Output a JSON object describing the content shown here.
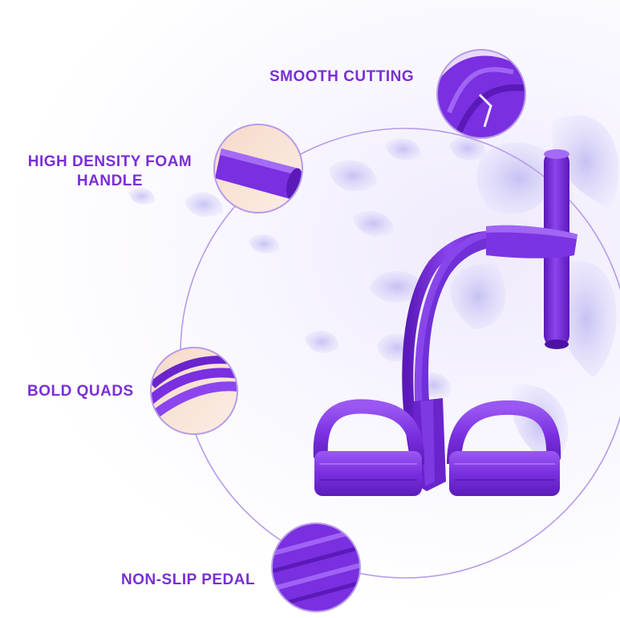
{
  "features": {
    "smooth_cutting": "SMOOTH CUTTING",
    "foam_handle_line1": "HIGH DENSITY FOAM",
    "foam_handle_line2": "HANDLE",
    "bold_quads": "BOLD QUADS",
    "non_slip_pedal": "NON-SLIP PEDAL"
  },
  "colors": {
    "accent_text": "#7a2fd6",
    "product_purple": "#7b2fe0",
    "circle_outline": "#b79be8",
    "petal_lavender": "#c9c2f2"
  },
  "icons": [
    "flower-petals",
    "pedal-resistance-band"
  ]
}
